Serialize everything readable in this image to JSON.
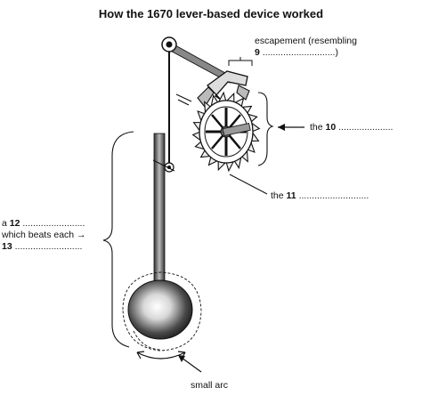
{
  "title": "How the 1670 lever-based device worked",
  "labels": {
    "escapement": {
      "line1": "escapement (resembling",
      "num": "9",
      "dots": "............................)"
    },
    "wheel": {
      "prefix": "the",
      "num": "10",
      "dots": "....................."
    },
    "part11": {
      "prefix": "the",
      "num": "11",
      "dots": "..........................."
    },
    "pendulum": {
      "line1_prefix": "a",
      "line1_num": "12",
      "line1_dots": "........................",
      "line2": "which beats each →",
      "line3_num": "13",
      "line3_dots": ".........................."
    },
    "arc": "small arc"
  },
  "colors": {
    "ink": "#111111",
    "bob_light": "#ffffff",
    "bob_dark": "#1a1a1a"
  },
  "icons": [
    "arrow-left-icon",
    "arrow-down-icon"
  ]
}
